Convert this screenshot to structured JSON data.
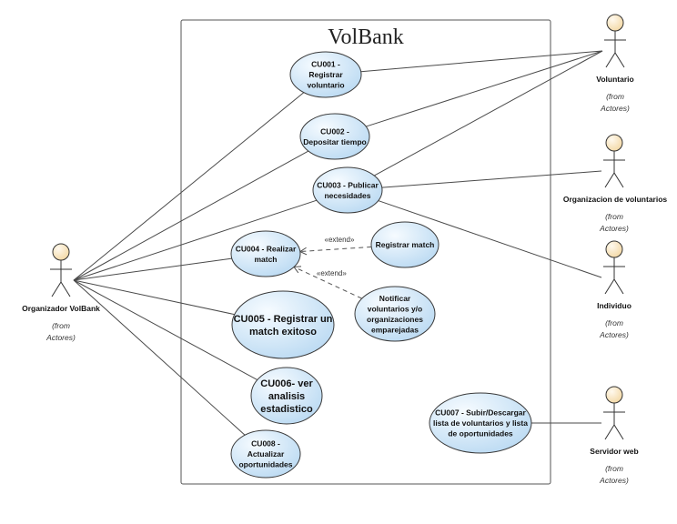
{
  "system": {
    "title": "VolBank"
  },
  "use_cases": [
    {
      "id": "cu001",
      "lines": [
        "CU001 -",
        "Registrar",
        "voluntario"
      ],
      "size": "small"
    },
    {
      "id": "cu002",
      "lines": [
        "CU002 -",
        "Depositar tiempo"
      ],
      "size": "small"
    },
    {
      "id": "cu003",
      "lines": [
        "CU003 - Publicar",
        "necesidades"
      ],
      "size": "small"
    },
    {
      "id": "cu004",
      "lines": [
        "CU004 - Realizar",
        "match"
      ],
      "size": "small"
    },
    {
      "id": "cu005",
      "lines": [
        "CU005 - Registrar un",
        "match exitoso"
      ],
      "size": "large"
    },
    {
      "id": "cu006",
      "lines": [
        "CU006- ver",
        "analisis",
        "estadistico"
      ],
      "size": "large"
    },
    {
      "id": "cu008",
      "lines": [
        "CU008 -",
        "Actualizar",
        "oportunidades"
      ],
      "size": "small"
    },
    {
      "id": "registrar-match",
      "lines": [
        "Registrar match"
      ],
      "size": "small"
    },
    {
      "id": "notificar",
      "lines": [
        "Notificar",
        "voluntarios y/o",
        "organizaciones",
        "emparejadas"
      ],
      "size": "small"
    },
    {
      "id": "cu007",
      "lines": [
        "CU007 - Subir/Descargar",
        "lista de voluntarios y lista",
        "de oportunidades"
      ],
      "size": "small"
    }
  ],
  "actors": [
    {
      "id": "organizador",
      "name": "Organizador VolBank",
      "from": [
        "(from",
        "Actores)"
      ]
    },
    {
      "id": "voluntario",
      "name": "Voluntario",
      "from": [
        "(from",
        "Actores)"
      ]
    },
    {
      "id": "organizacion",
      "name": "Organizacion de voluntarios",
      "from": [
        "(from",
        "Actores)"
      ]
    },
    {
      "id": "individuo",
      "name": "Individuo",
      "from": [
        "(from",
        "Actores)"
      ]
    },
    {
      "id": "servidor",
      "name": "Servidor web",
      "from": [
        "(from",
        "Actores)"
      ]
    }
  ],
  "associations": [
    [
      "organizador",
      "cu001"
    ],
    [
      "organizador",
      "cu002"
    ],
    [
      "organizador",
      "cu003"
    ],
    [
      "organizador",
      "cu004"
    ],
    [
      "organizador",
      "cu005"
    ],
    [
      "organizador",
      "cu006"
    ],
    [
      "organizador",
      "cu008"
    ],
    [
      "voluntario",
      "cu001"
    ],
    [
      "voluntario",
      "cu002"
    ],
    [
      "voluntario",
      "cu003"
    ],
    [
      "organizacion",
      "cu003"
    ],
    [
      "individuo",
      "cu003"
    ],
    [
      "servidor",
      "cu007"
    ]
  ],
  "extends": [
    {
      "from": "registrar-match",
      "to": "cu004",
      "label": "«extend»"
    },
    {
      "from": "notificar",
      "to": "cu004",
      "label": "«extend»"
    }
  ],
  "colors": {
    "use_case_fill": "#d4e9f8",
    "actor_head": "#fbe6bf"
  }
}
